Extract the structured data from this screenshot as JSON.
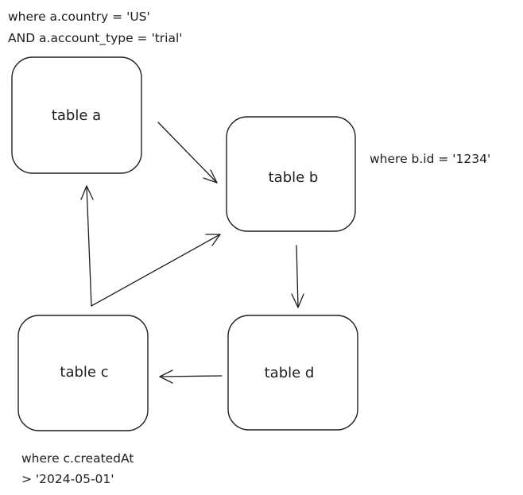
{
  "diagram": {
    "nodes": {
      "a": {
        "label": "table a"
      },
      "b": {
        "label": "table b"
      },
      "c": {
        "label": "table c"
      },
      "d": {
        "label": "table d"
      }
    },
    "annotations": {
      "a_line1": "where a.country = 'US'",
      "a_line2": "AND a.account_type = 'trial'",
      "b_line1": "where b.id = '1234'",
      "c_line1": "where c.createdAt",
      "c_line2": "> '2024-05-01'"
    },
    "edges": [
      {
        "from": "a",
        "to": "b"
      },
      {
        "from": "c",
        "to": "b"
      },
      {
        "from": "c",
        "to": "a"
      },
      {
        "from": "b",
        "to": "d"
      },
      {
        "from": "d",
        "to": "c"
      }
    ],
    "colors": {
      "stroke": "#1e1e1e",
      "background": "#ffffff"
    }
  }
}
